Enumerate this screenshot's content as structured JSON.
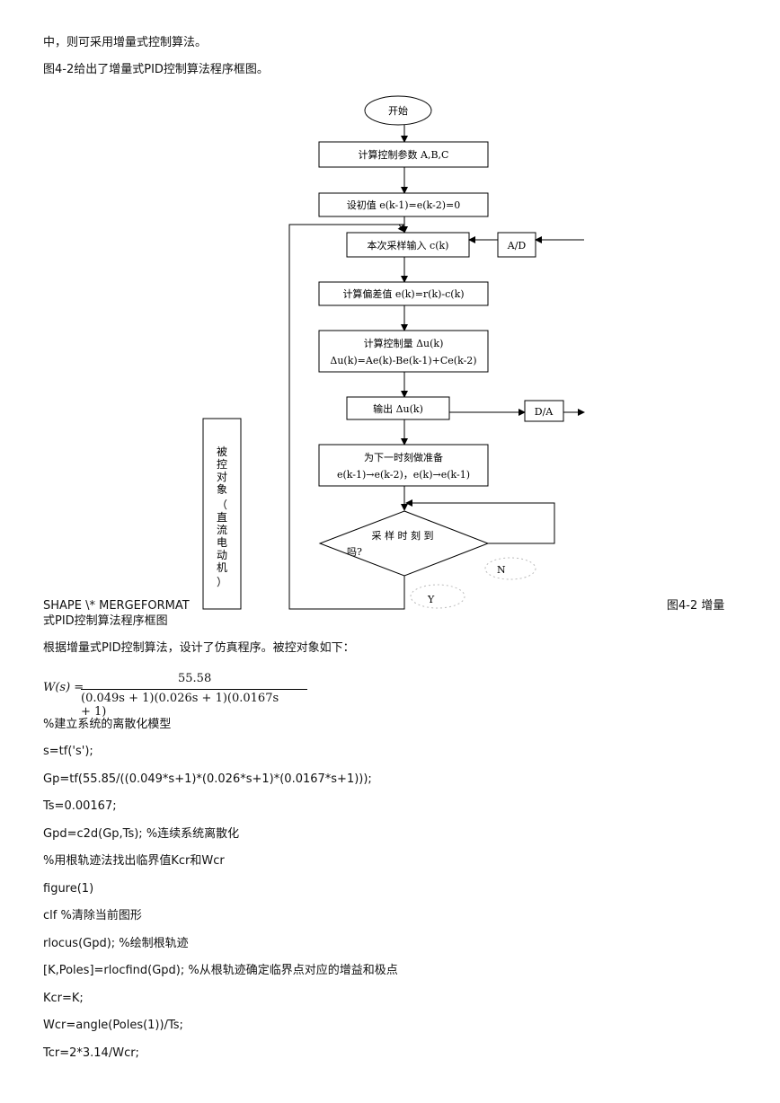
{
  "intro": {
    "line1": "中，则可采用增量式控制算法。",
    "line2": "图4-2给出了增量式PID控制算法程序框图。"
  },
  "flowchart": {
    "start": "开始",
    "step1": "计算控制参数 A,B,C",
    "step2": "设初值 e(k-1)=e(k-2)=0",
    "step3": "本次采样输入 c(k)",
    "ad": "A/D",
    "step4": "计算偏差值 e(k)=r(k)-c(k)",
    "step5_line1": "计算控制量 Δu(k)",
    "step5_line2": "Δu(k)=Ae(k)-Be(k-1)+Ce(k-2)",
    "step6": "输出 Δu(k)",
    "da": "D/A",
    "step7_line1": "为下一时刻做准备",
    "step7_line2": "e(k-1)→e(k-2)，e(k)→e(k-1)",
    "decision_line1": "采 样 时 刻 到",
    "decision_line2": "吗?",
    "label_n": "N",
    "label_y": "Y",
    "plant_chars": [
      "被",
      "控",
      "对",
      "象",
      "（",
      "直",
      "流",
      "电",
      "动",
      "机",
      "）"
    ]
  },
  "caption": {
    "shape_field": "SHAPE \\* MERGEFORMAT",
    "fig_label": "图4-2 增量",
    "continuation": "式PID控制算法程序框图"
  },
  "body_text": "根据增量式PID控制算法，设计了仿真程序。被控对象如下：",
  "formula": {
    "lhs": "W(s) =",
    "numerator": "55.58",
    "denominator": "(0.049s + 1)(0.026s + 1)(0.0167s + 1)"
  },
  "code": [
    "%建立系统的离散化模型",
    "s=tf('s');",
    "Gp=tf(55.85/((0.049*s+1)*(0.026*s+1)*(0.0167*s+1)));",
    "Ts=0.00167;",
    "Gpd=c2d(Gp,Ts); %连续系统离散化",
    "%用根轨迹法找出临界值Kcr和Wcr",
    "figure(1)",
    "clf %清除当前图形",
    "rlocus(Gpd); %绘制根轨迹",
    "[K,Poles]=rlocfind(Gpd); %从根轨迹确定临界点对应的增益和极点",
    "Kcr=K;",
    "Wcr=angle(Poles(1))/Ts;",
    "Tcr=2*3.14/Wcr;"
  ]
}
